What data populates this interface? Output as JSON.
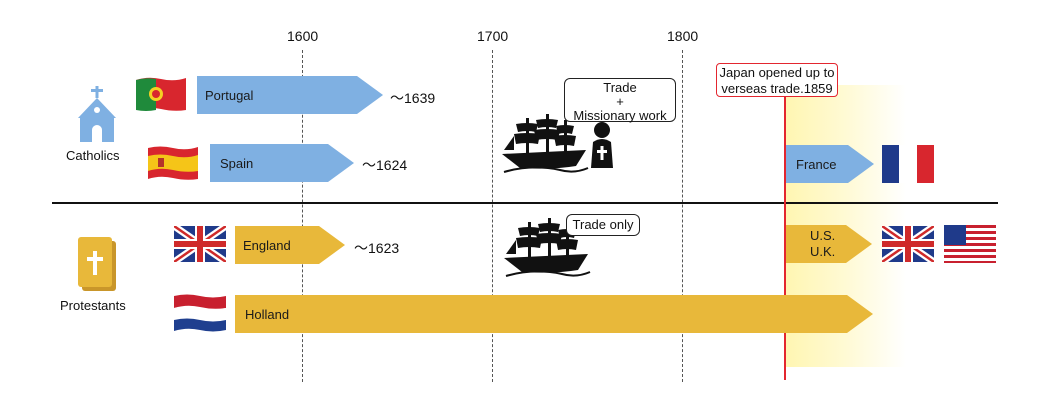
{
  "timeline": {
    "years": [
      "1600",
      "1700",
      "1800"
    ]
  },
  "groups": {
    "catholics": "Catholics",
    "protestants": "Protestants"
  },
  "rows": {
    "portugal": {
      "label": "Portugal",
      "end": "～1639"
    },
    "spain": {
      "label": "Spain",
      "end": "～1624"
    },
    "england": {
      "label": "England",
      "end": "～1623"
    },
    "holland": {
      "label": "Holland"
    },
    "france": {
      "label": "France"
    },
    "us_uk": {
      "line1": "U.S.",
      "line2": "U.K."
    }
  },
  "callouts": {
    "catholic_ship": {
      "line1": "Trade",
      "line2": "+",
      "line3": "Missionary work"
    },
    "protestant_ship": {
      "text": "Trade only"
    },
    "japan": {
      "line1": "Japan opened up to",
      "line2": "verseas trade.1859"
    }
  },
  "flags": [
    "portugal",
    "spain",
    "uk",
    "netherlands",
    "france",
    "uk",
    "usa"
  ],
  "icons": [
    "church-icon",
    "bible-icon",
    "ship-icon",
    "missionary-icon"
  ],
  "colors": {
    "catholic_bar": "#7fb0e2",
    "protestant_bar": "#e8b83a",
    "opening_line": "#e3262f"
  }
}
